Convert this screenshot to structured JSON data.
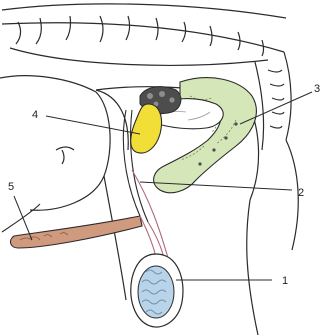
{
  "diagram": {
    "callouts": [
      {
        "id": "1",
        "label": "1"
      },
      {
        "id": "2",
        "label": "2"
      },
      {
        "id": "3",
        "label": "3"
      },
      {
        "id": "4",
        "label": "4"
      },
      {
        "id": "5",
        "label": "5"
      }
    ],
    "colors": {
      "outline": "#2b2b2b",
      "testis": "#b9d3e8",
      "testis_lobules": "#6f97b7",
      "seminal_vesicle": "#d5e7b8",
      "gland_yellow": "#f1df38",
      "penis": "#d09a7f",
      "prostate_dark": "#4d4d4d"
    }
  }
}
